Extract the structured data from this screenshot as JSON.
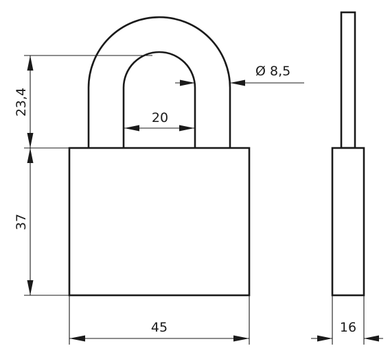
{
  "diagram": {
    "dimensions": {
      "shackle_height": "23,4",
      "body_height": "37",
      "body_width": "45",
      "shackle_inner_width": "20",
      "shackle_diameter": "Ø 8,5",
      "body_thickness": "16"
    }
  }
}
